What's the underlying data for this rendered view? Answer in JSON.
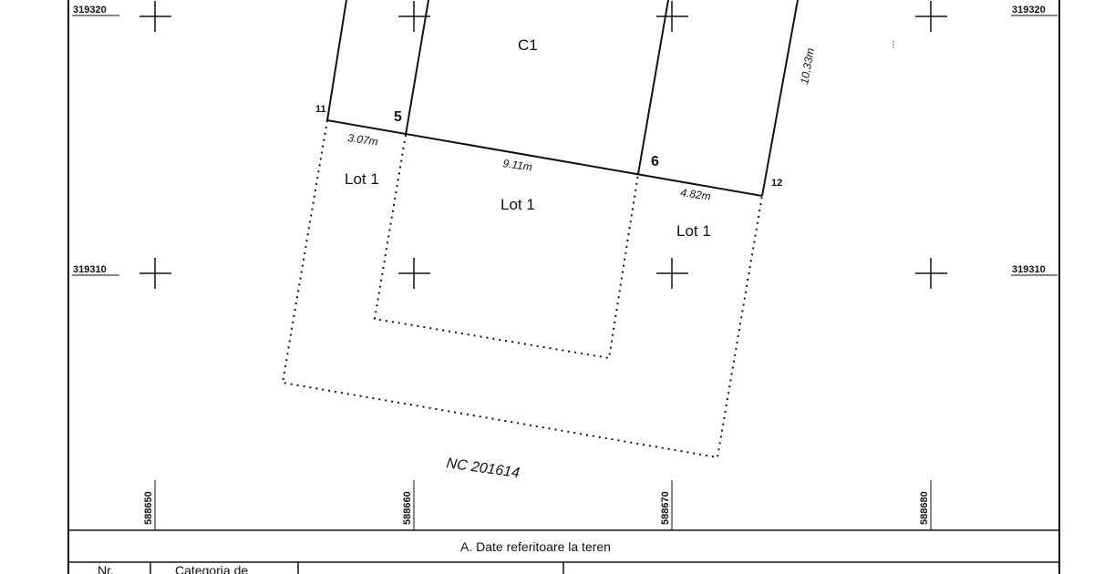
{
  "grid": {
    "north_top": "319320",
    "north_mid": "319310",
    "east_labels": [
      "588650",
      "588660",
      "588670",
      "588680"
    ]
  },
  "building": {
    "label": "C1"
  },
  "points": {
    "p11": "11",
    "p5": "5",
    "p6": "6",
    "p12": "12"
  },
  "dimensions": {
    "seg_11_5": "3.07m",
    "seg_5_6": "9.11m",
    "seg_6_12": "4.82m",
    "side_right": "10.33m"
  },
  "lots": {
    "left": "Lot 1",
    "center": "Lot 1",
    "right": "Lot 1"
  },
  "parcel": {
    "nc_label": "NC 201614"
  },
  "table": {
    "section_title": "A. Date referitoare la teren",
    "col_nr": "Nr.",
    "col_categoria": "Categoria de"
  }
}
